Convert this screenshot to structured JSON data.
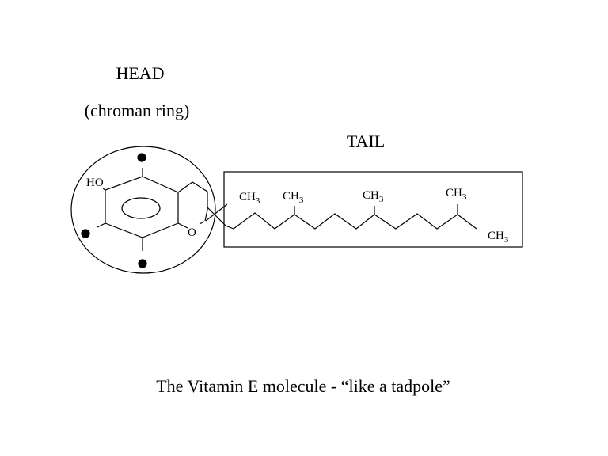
{
  "labels": {
    "head": "HEAD",
    "head_sub": "(chroman ring)",
    "tail": "TAIL",
    "caption": "The Vitamin E molecule - “like a tadpole”"
  },
  "molecule": {
    "hydroxyl": "HO",
    "oxygen": "O",
    "methyl": "CH",
    "methyl_sub": "3"
  }
}
